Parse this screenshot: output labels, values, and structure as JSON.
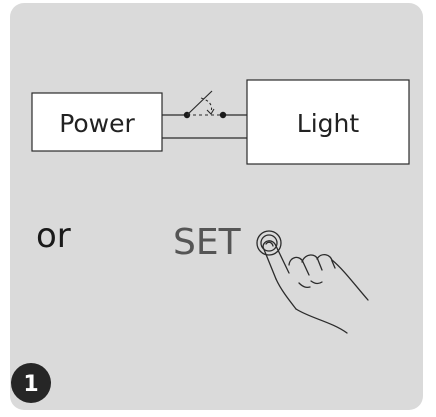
{
  "labels": {
    "power": "Power",
    "light": "Light",
    "or": "or",
    "set": "SET",
    "step": "1"
  },
  "icons": {
    "switch": "switch-icon",
    "hand": "hand-press-icon",
    "set_button": "set-button-icon"
  },
  "colors": {
    "panel": "#dadada",
    "line": "#2b2b2b",
    "step_badge": "#262626"
  }
}
